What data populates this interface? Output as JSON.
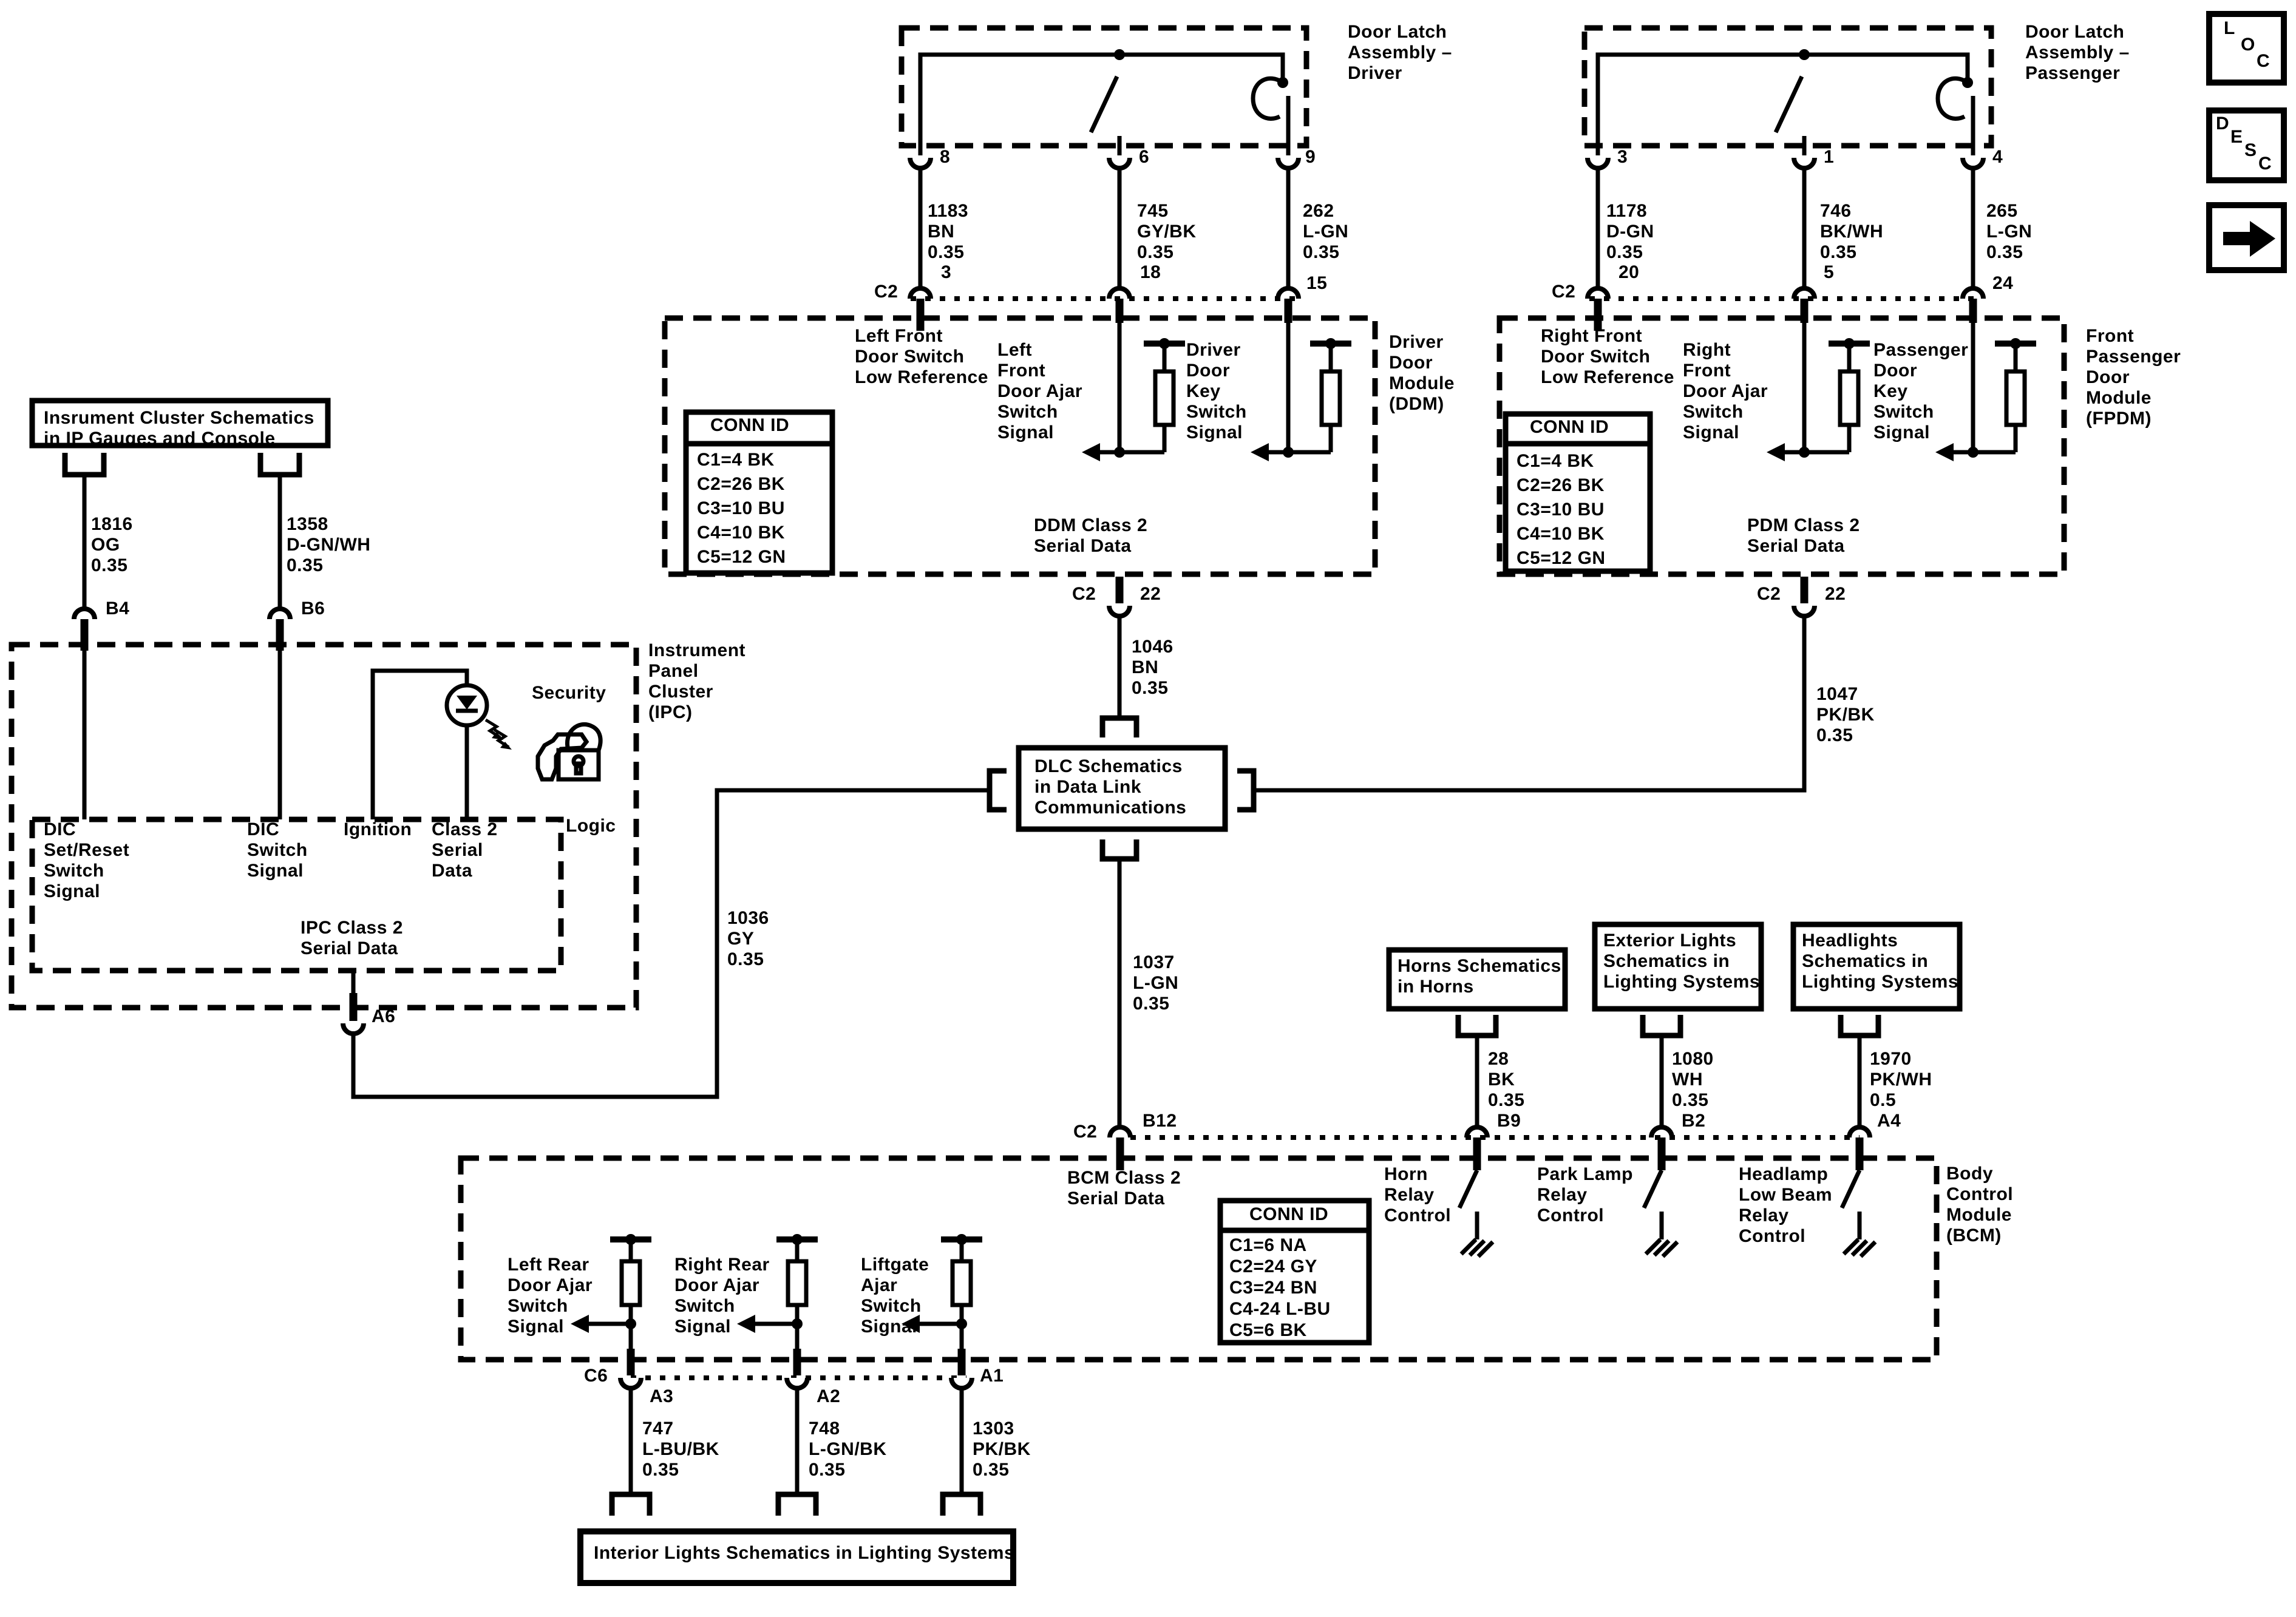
{
  "nav_icons": {
    "loc": [
      "L",
      "O",
      "C"
    ],
    "desc": [
      "D",
      "E",
      "S",
      "C"
    ]
  },
  "driver_door_latch": {
    "title": "Door Latch\nAssembly –\nDriver",
    "pin_numbers": [
      "8",
      "6",
      "9"
    ],
    "connector": "C2",
    "connector_pins": [
      "3",
      "18",
      "15"
    ],
    "wire_labels": [
      "1183\nBN\n0.35",
      "745\nGY/BK\n0.35",
      "262\nL-GN\n0.35"
    ]
  },
  "passenger_door_latch": {
    "title": "Door Latch\nAssembly –\nPassenger",
    "pin_numbers": [
      "3",
      "1",
      "4"
    ],
    "connector": "C2",
    "connector_pins": [
      "20",
      "5",
      "24"
    ],
    "wire_labels": [
      "1178\nD-GN\n0.35",
      "746\nBK/WH\n0.35",
      "265\nL-GN\n0.35"
    ]
  },
  "ddm": {
    "title": "Driver\nDoor\nModule\n(DDM)",
    "signals": [
      "Left Front\nDoor Switch\nLow Reference",
      "Left\nFront\nDoor Ajar\nSwitch\nSignal",
      "Driver\nDoor\nKey\nSwitch\nSignal"
    ],
    "conn_id": {
      "header": "CONN ID",
      "rows": [
        "C1=4 BK",
        "C2=26 BK",
        "C3=10 BU",
        "C4=10 BK",
        "C5=12 GN"
      ]
    },
    "serial_label": "DDM Class 2\nSerial Data",
    "out_conn": "C2",
    "out_pin": "22",
    "out_wire": "1046\nBN\n0.35"
  },
  "fpdm": {
    "title": "Front\nPassenger\nDoor\nModule\n(FPDM)",
    "signals": [
      "Right Front\nDoor Switch\nLow Reference",
      "Right\nFront\nDoor Ajar\nSwitch\nSignal",
      "Passenger\nDoor\nKey\nSwitch\nSignal"
    ],
    "conn_id": {
      "header": "CONN ID",
      "rows": [
        "C1=4 BK",
        "C2=26 BK",
        "C3=10 BU",
        "C4=10 BK",
        "C5=12 GN"
      ]
    },
    "serial_label": "PDM Class 2\nSerial Data",
    "out_conn": "C2",
    "out_pin": "22",
    "out_wire": "1047\nPK/BK\n0.35"
  },
  "instrument_cluster_link": {
    "title": "Insrument Cluster Schematics\nin IP Gauges and Console",
    "wire_labels": [
      "1816\nOG\n0.35",
      "1358\nD-GN/WH\n0.35"
    ],
    "pins": [
      "B4",
      "B6"
    ]
  },
  "ipc": {
    "title": "Instrument\nPanel\nCluster\n(IPC)",
    "logic": "Logic",
    "security": "Security",
    "inputs": [
      "DIC\nSet/Reset\nSwitch\nSignal",
      "DIC\nSwitch\nSignal",
      "Ignition",
      "Class 2\nSerial\nData"
    ],
    "serial_label": "IPC Class 2\nSerial Data",
    "out_pin": "A6",
    "out_wire": "1036\nGY\n0.35"
  },
  "dlc": {
    "title": "DLC Schematics\nin Data Link\nCommunications",
    "down_wire": "1037\nL-GN\n0.35"
  },
  "bcm": {
    "title": "Body\nControl\nModule\n(BCM)",
    "in_conn": "C2",
    "in_pin": "B12",
    "serial_label": "BCM Class 2\nSerial Data",
    "conn_id": {
      "header": "CONN ID",
      "rows": [
        "C1=6 NA",
        "C2=24 GY",
        "C3=24 BN",
        "C4-24 L-BU",
        "C5=6 BK"
      ]
    },
    "relay_outputs": [
      "Horn\nRelay\nControl",
      "Park Lamp\nRelay\nControl",
      "Headlamp\nLow Beam\nRelay\nControl"
    ],
    "relay_pins": [
      "B9",
      "B2",
      "A4"
    ],
    "relay_wires": [
      "28\nBK\n0.35",
      "1080\nWH\n0.35",
      "1970\nPK/WH\n0.5"
    ],
    "ajar_signals": [
      "Left Rear\nDoor Ajar\nSwitch\nSignal",
      "Right Rear\nDoor Ajar\nSwitch\nSignal",
      "Liftgate\nAjar\nSwitch\nSignal"
    ],
    "bottom_conn": "C6",
    "bottom_pins": [
      "A3",
      "A2",
      "A1"
    ],
    "bottom_wires": [
      "747\nL-BU/BK\n0.35",
      "748\nL-GN/BK\n0.35",
      "1303\nPK/BK\n0.35"
    ]
  },
  "link_boxes": {
    "horns": "Horns Schematics\nin Horns",
    "exterior": "Exterior Lights\nSchematics in\nLighting Systems",
    "headlights": "Headlights\nSchematics in\nLighting Systems",
    "interior": "Interior Lights Schematics in Lighting Systems"
  }
}
